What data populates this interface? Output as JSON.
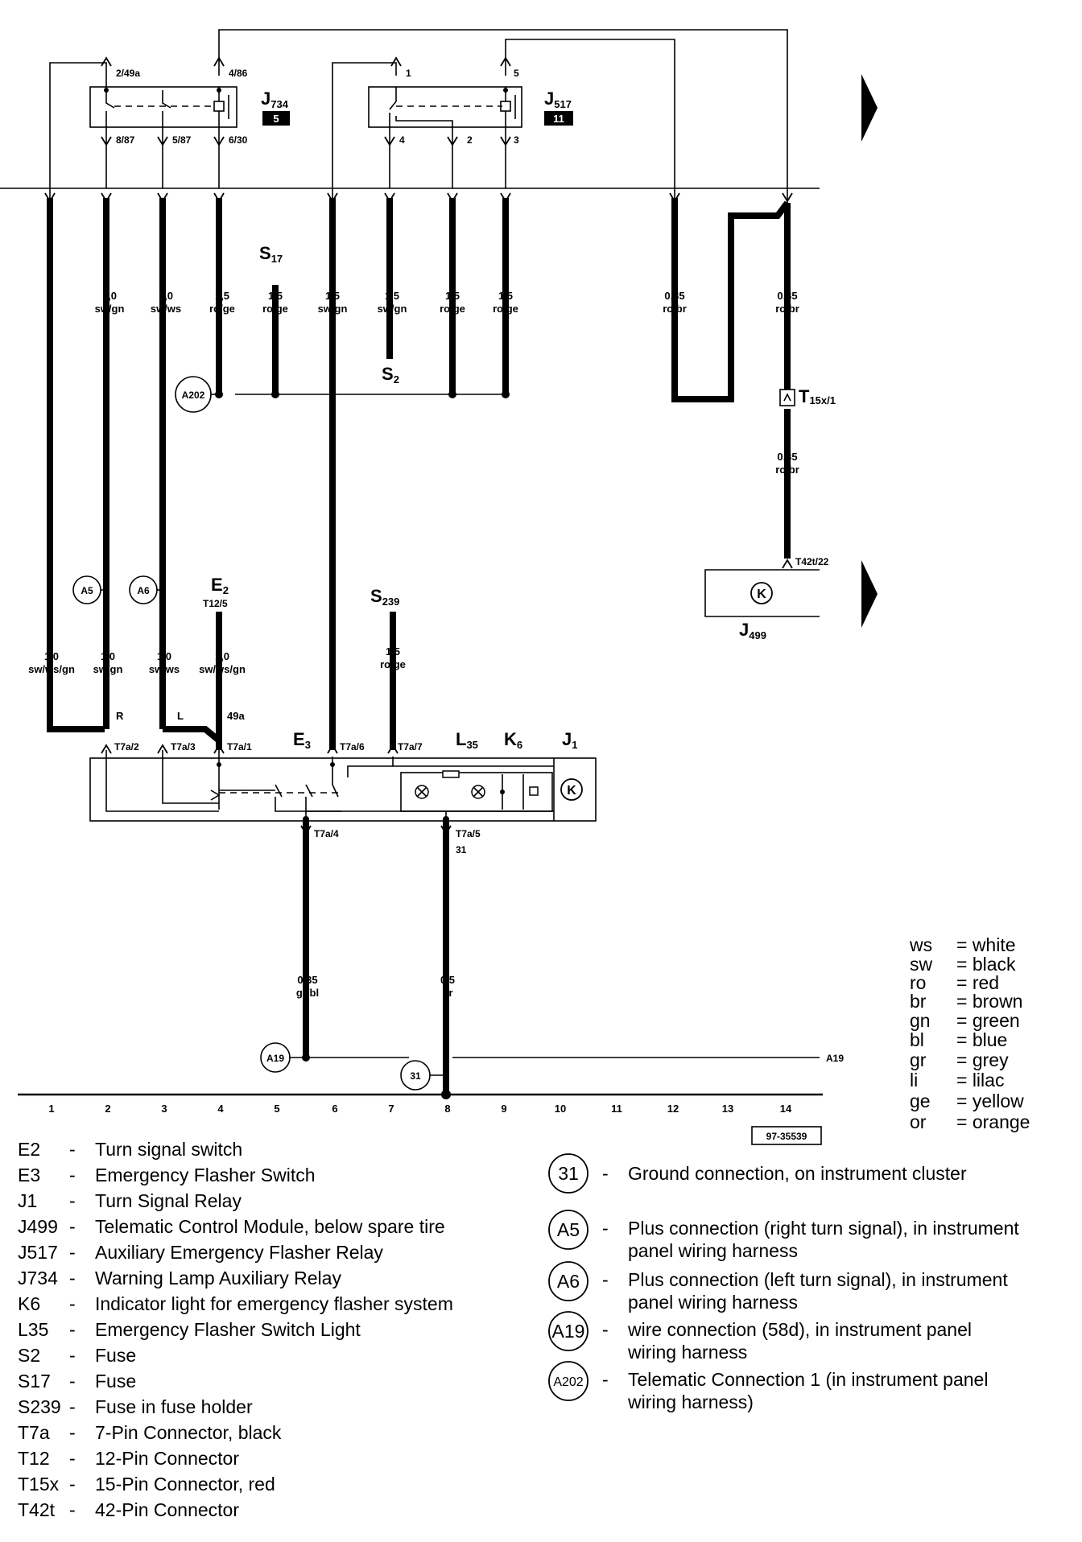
{
  "diagram_code": "97-35539",
  "components": {
    "J734": {
      "letter": "J",
      "sub": "734",
      "box": "5",
      "pins": [
        "2/49a",
        "4/86",
        "8/87",
        "5/87",
        "6/30"
      ]
    },
    "J517": {
      "letter": "J",
      "sub": "517",
      "box": "11",
      "pins": [
        "1",
        "5",
        "4",
        "2",
        "3"
      ]
    },
    "S17": {
      "letter": "S",
      "sub": "17"
    },
    "S2": {
      "letter": "S",
      "sub": "2"
    },
    "S239": {
      "letter": "S",
      "sub": "239"
    },
    "T15x1": {
      "letter": "T",
      "sub": "15x/1"
    },
    "T42t22": "T42t/22",
    "J499": {
      "letter": "J",
      "sub": "499"
    },
    "E2": {
      "letter": "E",
      "sub": "2",
      "pin": "T12/5"
    },
    "E3": {
      "letter": "E",
      "sub": "3"
    },
    "L35": {
      "letter": "L",
      "sub": "35"
    },
    "K6": {
      "letter": "K",
      "sub": "6"
    },
    "J1": {
      "letter": "J",
      "sub": "1"
    },
    "k_symbol": "K"
  },
  "wires_upper": [
    {
      "size": "1,0",
      "color": "sw/gn"
    },
    {
      "size": "1,0",
      "color": "sw/ws"
    },
    {
      "size": "1,5",
      "color": "ro/ge"
    },
    {
      "size": "1,5",
      "color": "ro/ge"
    },
    {
      "size": "1,5",
      "color": "sw/gn"
    },
    {
      "size": "1,5",
      "color": "sw/gn"
    },
    {
      "size": "1,5",
      "color": "ro/ge"
    },
    {
      "size": "1,5",
      "color": "ro/ge"
    },
    {
      "size": "0,35",
      "color": "ro/br"
    },
    {
      "size": "0,35",
      "color": "ro/br"
    },
    {
      "size": "0,35",
      "color": "ro/br"
    }
  ],
  "wires_mid": [
    {
      "size": "1,0",
      "color": "sw/ws/gn"
    },
    {
      "size": "1,0",
      "color": "sw/gn"
    },
    {
      "size": "1,0",
      "color": "sw/ws"
    },
    {
      "size": "1,0",
      "color": "sw/ws/gn"
    },
    {
      "size": "1,5",
      "color": "ro/ge"
    }
  ],
  "wires_lower": [
    {
      "size": "0,35",
      "color": "gr/bl"
    },
    {
      "size": "0,5",
      "color": "br"
    }
  ],
  "connector_pins": [
    "T7a/2",
    "T7a/3",
    "T7a/1",
    "T7a/6",
    "T7a/7",
    "T7a/4",
    "T7a/5"
  ],
  "terminal_labels": {
    "r": "R",
    "l": "L",
    "t49a": "49a",
    "t31": "31",
    "a19_line": "A19"
  },
  "circles": {
    "a202": "A202",
    "a5": "A5",
    "a6": "A6",
    "a19": "A19",
    "c31": "31"
  },
  "column_numbers": [
    "1",
    "2",
    "3",
    "4",
    "5",
    "6",
    "7",
    "8",
    "9",
    "10",
    "11",
    "12",
    "13",
    "14"
  ],
  "color_legend": [
    {
      "code": "ws",
      "name": "= white"
    },
    {
      "code": "sw",
      "name": "= black"
    },
    {
      "code": "ro",
      "name": "= red"
    },
    {
      "code": "br",
      "name": "= brown"
    },
    {
      "code": "gn",
      "name": "= green"
    },
    {
      "code": "bl",
      "name": "= blue"
    },
    {
      "code": "gr",
      "name": "= grey"
    },
    {
      "code": "li",
      "name": "= lilac"
    },
    {
      "code": "ge",
      "name": "= yellow"
    },
    {
      "code": "or",
      "name": "= orange"
    }
  ],
  "component_legend": [
    {
      "code": "E2",
      "desc": "Turn signal switch"
    },
    {
      "code": "E3",
      "desc": "Emergency Flasher Switch"
    },
    {
      "code": "J1",
      "desc": "Turn Signal Relay"
    },
    {
      "code": "J499",
      "desc": "Telematic Control Module, below spare tire"
    },
    {
      "code": "J517",
      "desc": "Auxiliary Emergency Flasher Relay"
    },
    {
      "code": "J734",
      "desc": "Warning Lamp Auxiliary Relay"
    },
    {
      "code": "K6",
      "desc": "Indicator light for emergency flasher system"
    },
    {
      "code": "L35",
      "desc": "Emergency Flasher Switch Light"
    },
    {
      "code": "S2",
      "desc": "Fuse"
    },
    {
      "code": "S17",
      "desc": "Fuse"
    },
    {
      "code": "S239",
      "desc": "Fuse in fuse holder"
    },
    {
      "code": "T7a",
      "desc": "7-Pin Connector, black"
    },
    {
      "code": "T12",
      "desc": "12-Pin Connector"
    },
    {
      "code": "T15x",
      "desc": "15-Pin Connector, red"
    },
    {
      "code": "T42t",
      "desc": "42-Pin Connector"
    }
  ],
  "connection_legend": [
    {
      "symbol": "31",
      "desc_lines": [
        "Ground connection, on instrument cluster"
      ]
    },
    {
      "symbol": "A5",
      "desc_lines": [
        "Plus connection (right turn signal), in instrument",
        "panel wiring harness"
      ]
    },
    {
      "symbol": "A6",
      "desc_lines": [
        "Plus connection (left turn signal), in instrument",
        "panel wiring harness"
      ]
    },
    {
      "symbol": "A19",
      "desc_lines": [
        "wire connection (58d), in instrument panel",
        "wiring harness"
      ]
    },
    {
      "symbol": "A202",
      "desc_lines": [
        "Telematic Connection 1 (in instrument panel",
        "wiring harness)"
      ]
    }
  ]
}
